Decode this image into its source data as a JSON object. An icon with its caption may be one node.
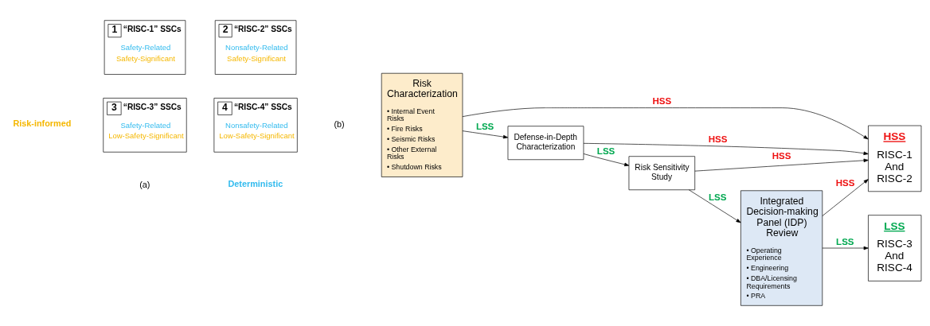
{
  "diagram": {
    "nodes": [
      {
        "text": [
          "1",
          "“RISC-1” SSCs",
          "Safety-Related",
          "Safety-Significant"
        ]
      },
      {
        "text": [
          "2",
          "“RISC-2” SSCs",
          "Nonsafety-Related",
          "Safety-Significant"
        ]
      },
      {
        "text": [
          "3",
          "“RISC-3” SSCs",
          "Safety-Related",
          "Low-Safety-Significant"
        ]
      },
      {
        "text": [
          "4",
          "“RISC-4” SSCs",
          "Nonsafety-Related",
          "Low-Safety-Significant"
        ]
      },
      {
        "text": [
          "Risk Characterization",
          "• Internal Event Risks",
          "• Fire Risks",
          "• Seismic Risks",
          "• Other External Risks",
          "• Shutdown Risks"
        ]
      },
      {
        "text": [
          "Defense-in-Depth Characterization"
        ]
      },
      {
        "text": [
          "Risk Sensitivity Study"
        ]
      },
      {
        "text": [
          "Integrated Decision-making Panel (IDP) Review",
          "• Operating Experience",
          "• Engineering",
          "• DBA/Licensing Requirements",
          "• PRA"
        ]
      },
      {
        "text": [
          "HSS",
          "RISC-1 And RISC-2"
        ]
      },
      {
        "text": [
          "LSS",
          "RISC-3 And RISC-4"
        ]
      }
    ],
    "edges": [
      {
        "from": 4,
        "to": 8,
        "arrow": "to",
        "label": "HSS"
      },
      {
        "from": 4,
        "to": 5,
        "arrow": "to",
        "label": "LSS"
      },
      {
        "from": 5,
        "to": 8,
        "arrow": "to",
        "label": "HSS"
      },
      {
        "from": 5,
        "to": 6,
        "arrow": "to",
        "label": "LSS"
      },
      {
        "from": 6,
        "to": 8,
        "arrow": "to",
        "label": "HSS"
      },
      {
        "from": 6,
        "to": 7,
        "arrow": "to",
        "label": "LSS"
      },
      {
        "from": 7,
        "to": 8,
        "arrow": "to",
        "label": "HSS"
      },
      {
        "from": 7,
        "to": 9,
        "arrow": "to",
        "label": "LSS"
      }
    ],
    "labels": [
      "Risk-informed",
      "(a)",
      "Deterministic",
      "(b)"
    ]
  }
}
